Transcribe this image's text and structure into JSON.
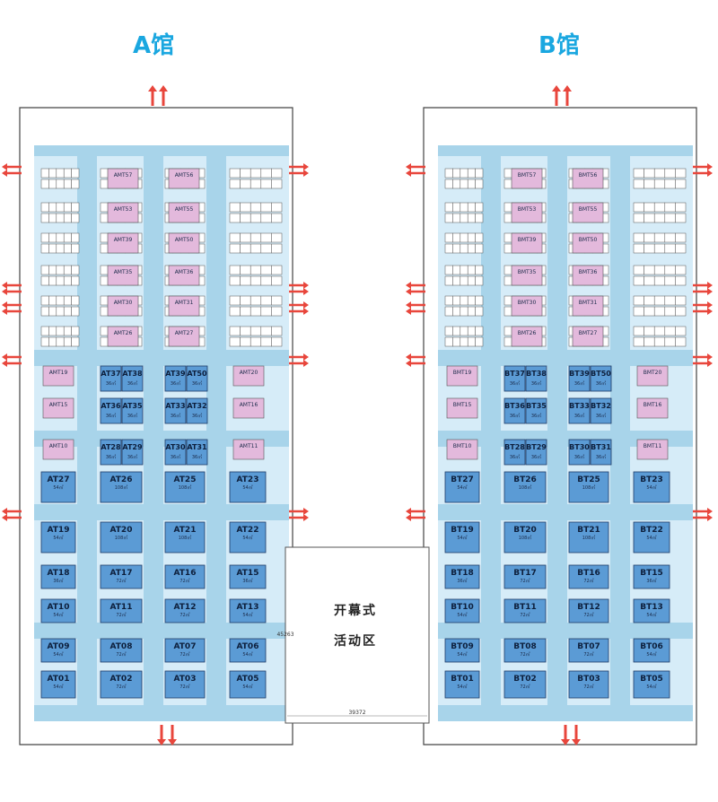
{
  "hall_a": {
    "title": "A馆"
  },
  "hall_b": {
    "title": "B馆"
  },
  "center": {
    "line1": "开幕式",
    "line2": "活动区",
    "dim_vertical": "45263",
    "dim_horizontal": "39372"
  },
  "colors": {
    "floor": "#d6ecf8",
    "aisle": "#a8d4ea",
    "booth": "#5b9bd5",
    "special_booth": "#e3b9dc",
    "arrow": "#e8463c",
    "title": "#1aa7e0"
  },
  "a_rows": [
    {
      "labels": [
        "AT27",
        "AT26",
        "AT25",
        "AT23"
      ],
      "sizes": [
        "54㎡",
        "108㎡",
        "108㎡",
        "54㎡"
      ]
    },
    {
      "labels": [
        "AT19",
        "AT20",
        "AT21",
        "AT22"
      ],
      "sizes": [
        "54㎡",
        "108㎡",
        "108㎡",
        "54㎡"
      ]
    },
    {
      "labels": [
        "AT18",
        "AT17",
        "AT16",
        "AT15"
      ],
      "sizes": [
        "36㎡",
        "72㎡",
        "72㎡",
        "36㎡"
      ]
    },
    {
      "labels": [
        "AT10",
        "AT11",
        "AT12",
        "AT13"
      ],
      "sizes": [
        "54㎡",
        "72㎡",
        "72㎡",
        "54㎡"
      ]
    },
    {
      "labels": [
        "AT09",
        "AT08",
        "AT07",
        "AT06"
      ],
      "sizes": [
        "54㎡",
        "72㎡",
        "72㎡",
        "54㎡"
      ]
    },
    {
      "labels": [
        "AT01",
        "AT02",
        "AT03",
        "AT05"
      ],
      "sizes": [
        "54㎡",
        "72㎡",
        "72㎡",
        "54㎡"
      ]
    }
  ],
  "b_rows": [
    {
      "labels": [
        "BT27",
        "BT26",
        "BT25",
        "BT23"
      ],
      "sizes": [
        "54㎡",
        "108㎡",
        "108㎡",
        "54㎡"
      ]
    },
    {
      "labels": [
        "BT19",
        "BT20",
        "BT21",
        "BT22"
      ],
      "sizes": [
        "54㎡",
        "108㎡",
        "108㎡",
        "54㎡"
      ]
    },
    {
      "labels": [
        "BT18",
        "BT17",
        "BT16",
        "BT15"
      ],
      "sizes": [
        "36㎡",
        "72㎡",
        "72㎡",
        "36㎡"
      ]
    },
    {
      "labels": [
        "BT10",
        "BT11",
        "BT12",
        "BT13"
      ],
      "sizes": [
        "54㎡",
        "72㎡",
        "72㎡",
        "54㎡"
      ]
    },
    {
      "labels": [
        "BT09",
        "BT08",
        "BT07",
        "BT06"
      ],
      "sizes": [
        "54㎡",
        "72㎡",
        "72㎡",
        "54㎡"
      ]
    },
    {
      "labels": [
        "BT01",
        "BT02",
        "BT03",
        "BT05"
      ],
      "sizes": [
        "54㎡",
        "72㎡",
        "72㎡",
        "54㎡"
      ]
    }
  ],
  "a_mid": [
    {
      "left": [
        "AT37",
        "AT38"
      ],
      "right": [
        "AT39",
        "AT50"
      ],
      "size": "36㎡"
    },
    {
      "left": [
        "AT36",
        "AT35"
      ],
      "right": [
        "AT33",
        "AT32"
      ],
      "size": "36㎡"
    },
    {
      "left": [
        "AT28",
        "AT29"
      ],
      "right": [
        "AT30",
        "AT31"
      ],
      "size": "36㎡"
    }
  ],
  "b_mid": [
    {
      "left": [
        "BT37",
        "BT38"
      ],
      "right": [
        "BT39",
        "BT50"
      ],
      "size": "36㎡"
    },
    {
      "left": [
        "BT36",
        "BT35"
      ],
      "right": [
        "BT33",
        "BT32"
      ],
      "size": "36㎡"
    },
    {
      "left": [
        "BT28",
        "BT29"
      ],
      "right": [
        "BT30",
        "BT31"
      ],
      "size": "36㎡"
    }
  ],
  "a_upper_pink": [
    [
      "AMT57",
      "AMT56"
    ],
    [
      "AMT53",
      "AMT55"
    ],
    [
      "AMT39",
      "AMT50"
    ],
    [
      "AMT35",
      "AMT36"
    ],
    [
      "AMT30",
      "AMT31"
    ],
    [
      "AMT26",
      "AMT27"
    ],
    [
      "AMT19",
      "AMT20"
    ],
    [
      "AMT15",
      "AMT16"
    ],
    [
      "AMT10",
      "AMT11"
    ]
  ],
  "b_upper_pink": [
    [
      "BMT57",
      "BMT56"
    ],
    [
      "BMT53",
      "BMT55"
    ],
    [
      "BMT39",
      "BMT50"
    ],
    [
      "BMT35",
      "BMT36"
    ],
    [
      "BMT30",
      "BMT31"
    ],
    [
      "BMT26",
      "BMT27"
    ],
    [
      "BMT19",
      "BMT20"
    ],
    [
      "BMT15",
      "BMT16"
    ],
    [
      "BMT10",
      "BMT11"
    ]
  ]
}
